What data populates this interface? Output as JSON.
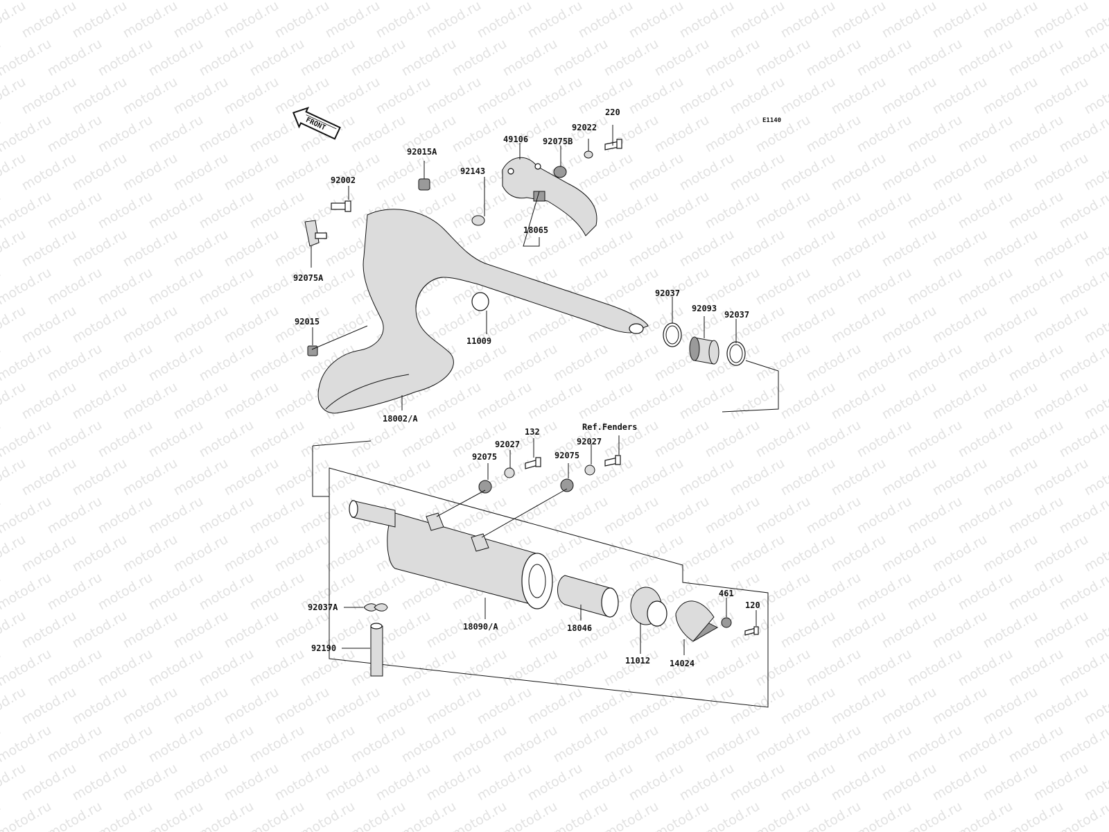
{
  "watermark": {
    "text": "motod.ru"
  },
  "diagram_code": "E1140",
  "front_arrow": {
    "label": "FRONT"
  },
  "reference_note": "Ref.Fenders",
  "colors": {
    "line": "#111111",
    "watermark": "#e2e2e2",
    "part_fill": "#dcdcdc"
  },
  "callouts": [
    "220",
    "92022",
    "92075B",
    "49106",
    "92015A",
    "92002",
    "92143",
    "18065",
    "92075A",
    "92037",
    "92093",
    "92037",
    "92015",
    "11009",
    "18002/A",
    "132",
    "92027",
    "92075",
    "92027",
    "92075",
    "461",
    "120",
    "92037A",
    "92190",
    "18090/A",
    "18046",
    "11012",
    "14024"
  ]
}
